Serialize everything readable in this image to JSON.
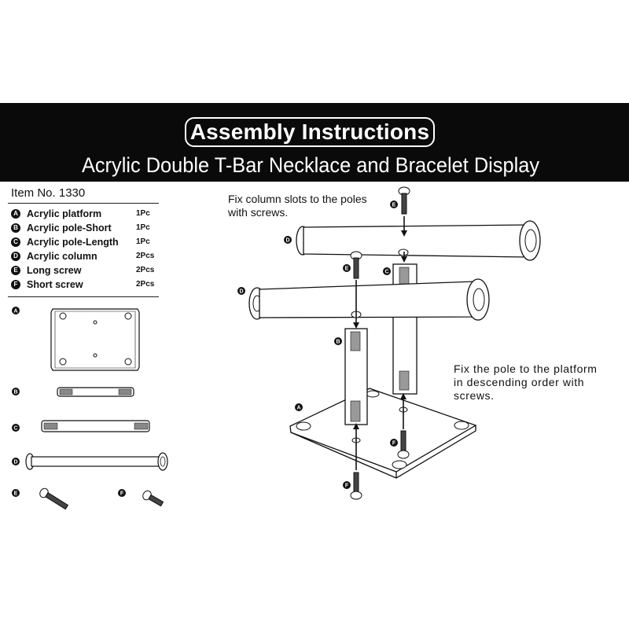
{
  "header": {
    "title": "Assembly Instructions",
    "subtitle": "Acrylic Double T-Bar Necklace and Bracelet Display"
  },
  "item_no": "Item No. 1330",
  "parts": [
    {
      "letter": "A",
      "name": "Acrylic platform",
      "qty": "1Pc"
    },
    {
      "letter": "B",
      "name": "Acrylic pole-Short",
      "qty": "1Pc"
    },
    {
      "letter": "C",
      "name": "Acrylic pole-Length",
      "qty": "1Pc"
    },
    {
      "letter": "D",
      "name": "Acrylic column",
      "qty": "2Pcs"
    },
    {
      "letter": "E",
      "name": "Long screw",
      "qty": "2Pcs"
    },
    {
      "letter": "F",
      "name": "Short screw",
      "qty": "2Pcs"
    }
  ],
  "notes": {
    "step1": "Fix column slots to the poles with screws.",
    "step2": "Fix the pole to the platform in descending order with screws."
  },
  "labels": {
    "a": "A",
    "b": "B",
    "c": "C",
    "d": "D",
    "e": "E",
    "f": "F"
  },
  "colors": {
    "banner": "#0a0a0a",
    "line": "#111111",
    "fill": "#ffffff"
  }
}
